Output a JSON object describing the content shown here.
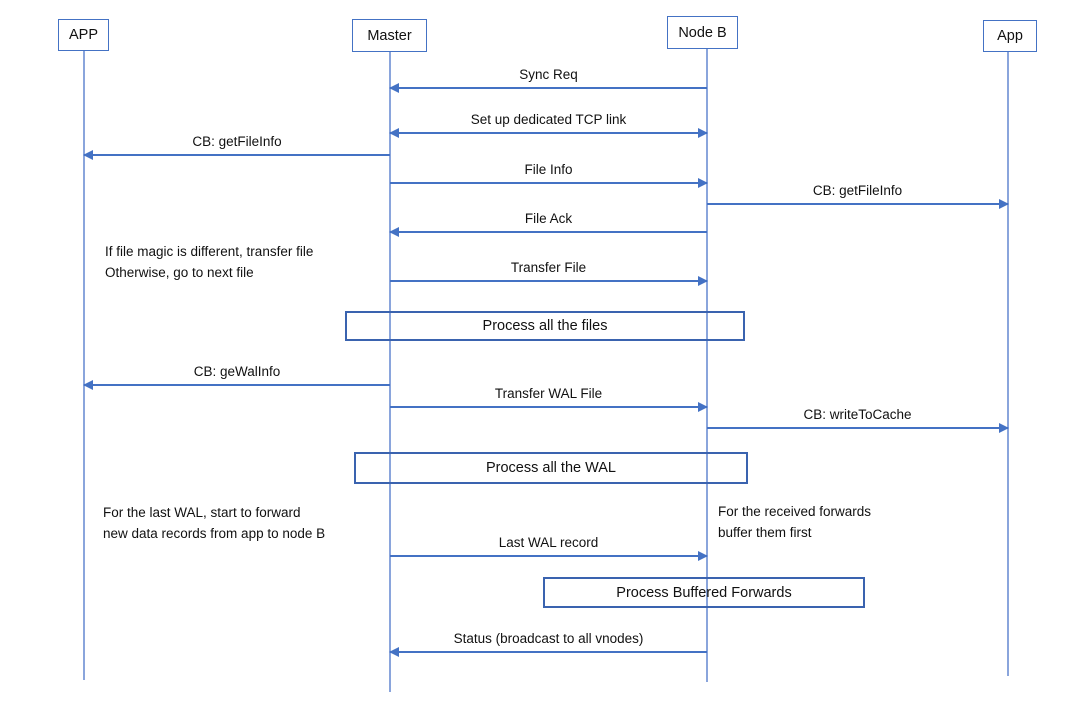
{
  "diagram_type": "sequence-diagram",
  "actors": [
    {
      "id": "app-left",
      "label": "APP"
    },
    {
      "id": "master",
      "label": "Master"
    },
    {
      "id": "node-b",
      "label": "Node B"
    },
    {
      "id": "app-right",
      "label": "App"
    }
  ],
  "messages": [
    {
      "label": "Sync Req",
      "from": "Node B",
      "to": "Master",
      "arrow": "left"
    },
    {
      "label": "Set up dedicated TCP link",
      "from": "Master",
      "to": "Node B",
      "arrow": "both"
    },
    {
      "label": "CB: getFileInfo",
      "from": "Master",
      "to": "APP",
      "arrow": "left"
    },
    {
      "label": "File Info",
      "from": "Master",
      "to": "Node B",
      "arrow": "right"
    },
    {
      "label": "CB: getFileInfo",
      "from": "Node B",
      "to": "App",
      "arrow": "right"
    },
    {
      "label": "File Ack",
      "from": "Node B",
      "to": "Master",
      "arrow": "left"
    },
    {
      "label": "Transfer File",
      "from": "Master",
      "to": "Node B",
      "arrow": "right"
    },
    {
      "label": "CB: geWalInfo",
      "from": "Master",
      "to": "APP",
      "arrow": "left"
    },
    {
      "label": "Transfer WAL File",
      "from": "Master",
      "to": "Node B",
      "arrow": "right"
    },
    {
      "label": "CB: writeToCache",
      "from": "Node B",
      "to": "App",
      "arrow": "right"
    },
    {
      "label": "Last WAL record",
      "from": "Master",
      "to": "Node B",
      "arrow": "right"
    },
    {
      "label": "Status (broadcast to all vnodes)",
      "from": "Node B",
      "to": "Master",
      "arrow": "left"
    }
  ],
  "process_boxes": [
    {
      "label": "Process all the files"
    },
    {
      "label": "Process all the WAL"
    },
    {
      "label": "Process Buffered Forwards"
    }
  ],
  "notes": [
    {
      "lines": [
        "If file magic is different, transfer file",
        "Otherwise, go to next file"
      ]
    },
    {
      "lines": [
        "For the last WAL, start to forward",
        "new data records from app to node B"
      ]
    },
    {
      "lines": [
        "For the received forwards",
        "buffer them first"
      ]
    }
  ],
  "colors": {
    "arrow_blue": "#4472C4",
    "lifeline_blue": "#8AA5DC",
    "process_box_border_blue": "#3A63AF",
    "text": "#111111",
    "background": "#FFFFFF"
  }
}
